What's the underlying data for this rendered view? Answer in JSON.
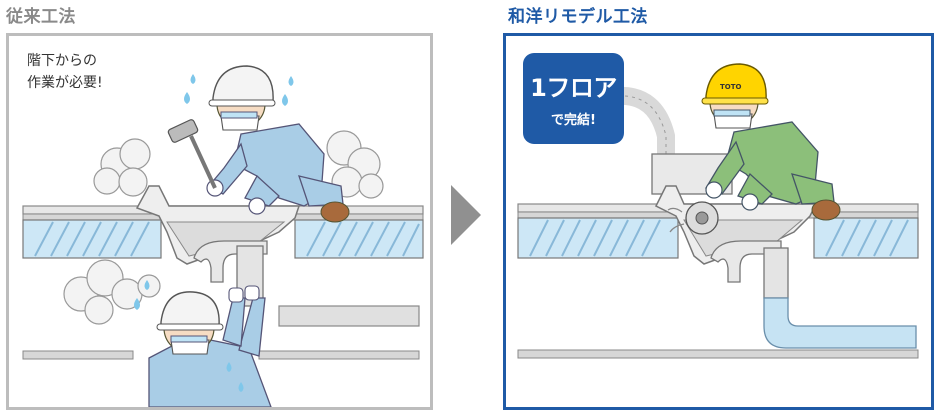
{
  "left": {
    "heading": "従来工法",
    "note": "階下からの\n作業が必要!"
  },
  "right": {
    "heading": "和洋リモデル工法",
    "badge_line1": "1フロア",
    "badge_line2": "で完結!",
    "helmet_brand": "TOTO"
  },
  "colors": {
    "accent_blue": "#1f5aa6",
    "neutral_gray": "#bdbdbd",
    "arrow_gray": "#909090"
  }
}
